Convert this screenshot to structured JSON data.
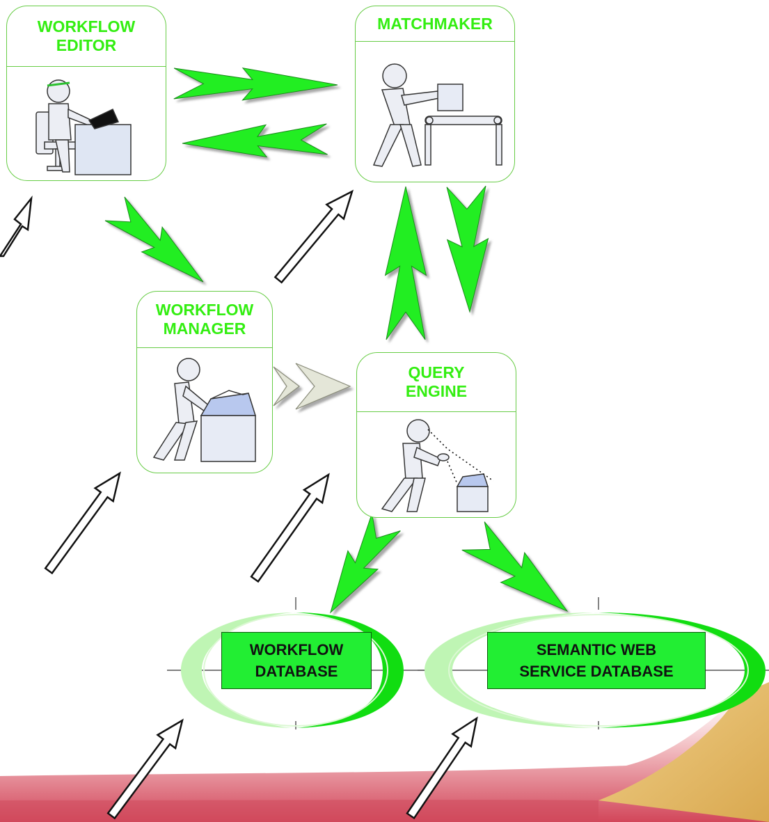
{
  "diagram": {
    "nodes": [
      {
        "id": "workflow-editor",
        "label": "WORKFLOW\nEDITOR",
        "icon": "person-at-desk-icon"
      },
      {
        "id": "matchmaker",
        "label": "MATCHMAKER",
        "icon": "person-at-conveyor-icon"
      },
      {
        "id": "workflow-manager",
        "label": "WORKFLOW\nMANAGER",
        "icon": "person-with-box-icon"
      },
      {
        "id": "query-engine",
        "label": "QUERY\nENGINE",
        "icon": "person-searching-box-icon"
      }
    ],
    "databases": [
      {
        "id": "workflow-database",
        "label": "WORKFLOW\nDATABASE"
      },
      {
        "id": "semantic-web-service-database",
        "label": "SEMANTIC WEB\nSERVICE DATABASE"
      }
    ],
    "edges": [
      {
        "from": "workflow-editor",
        "to": "matchmaker"
      },
      {
        "from": "matchmaker",
        "to": "workflow-editor"
      },
      {
        "from": "workflow-editor",
        "to": "workflow-manager"
      },
      {
        "from": "workflow-manager",
        "to": "query-engine"
      },
      {
        "from": "query-engine",
        "to": "matchmaker"
      },
      {
        "from": "matchmaker",
        "to": "query-engine"
      },
      {
        "from": "query-engine",
        "to": "workflow-database"
      },
      {
        "from": "query-engine",
        "to": "semantic-web-service-database"
      }
    ]
  },
  "colors": {
    "node_label": "#33ee11",
    "node_border": "#66cc44",
    "flow_arrow": "#22ee22",
    "manager_arrow": "#e4e6d8",
    "database_box": "#22ee33",
    "database_ring": "#bff5b4",
    "database_accent": "#11dd11",
    "background_swoosh": "#d2465a",
    "background_swoosh_gold": "#e2b866"
  }
}
